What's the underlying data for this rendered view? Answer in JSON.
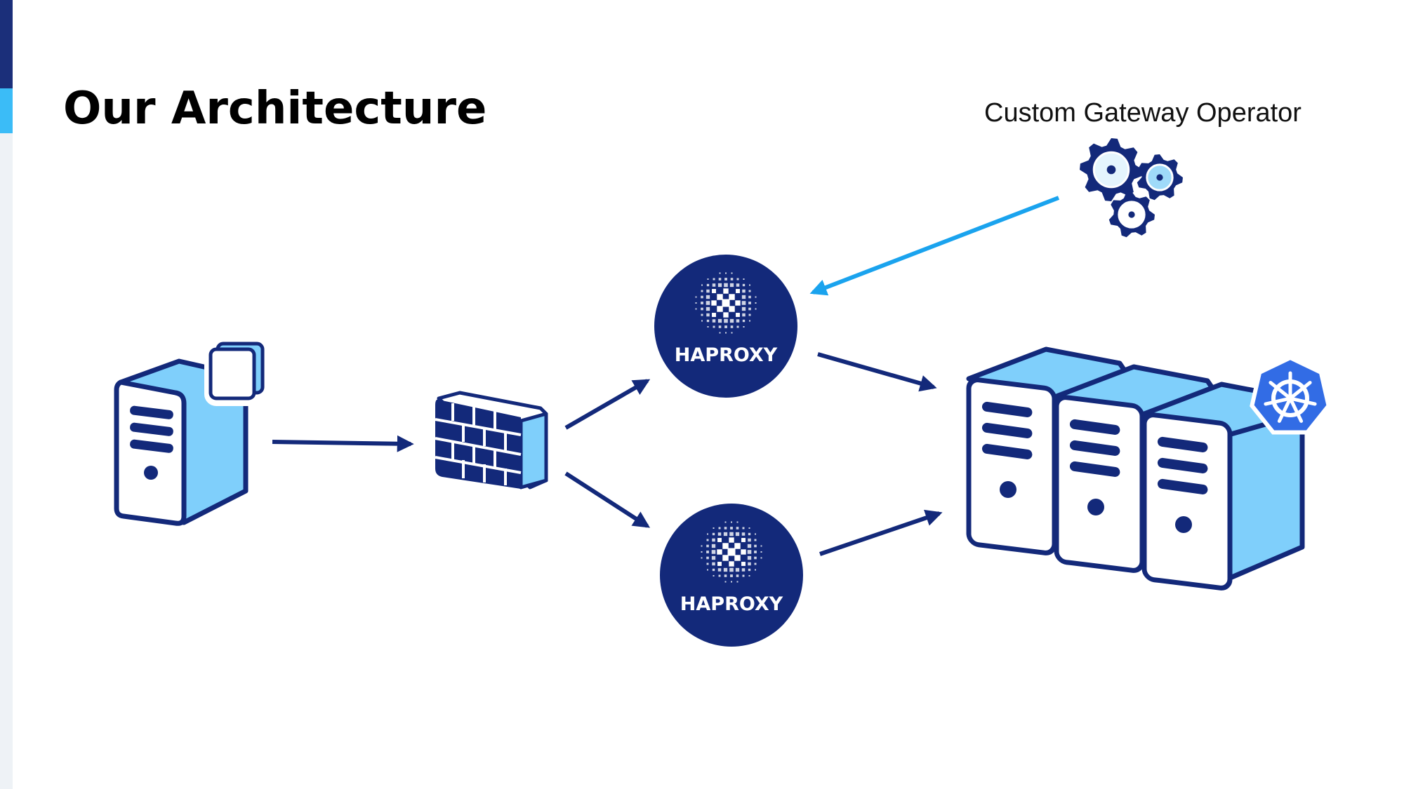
{
  "slide": {
    "title": "Our Architecture"
  },
  "operator": {
    "label": "Custom Gateway Operator",
    "icon": "gears-icon"
  },
  "nodes": [
    {
      "id": "client",
      "icon": "client-server-icon"
    },
    {
      "id": "firewall",
      "icon": "firewall-icon"
    },
    {
      "id": "haproxy-1",
      "icon": "haproxy-logo",
      "label": "HAPROXY"
    },
    {
      "id": "haproxy-2",
      "icon": "haproxy-logo",
      "label": "HAPROXY"
    },
    {
      "id": "k8s-cluster",
      "icon": "server-rack-icon",
      "badge": "kubernetes-icon"
    }
  ],
  "edges": [
    {
      "from": "client",
      "to": "firewall"
    },
    {
      "from": "firewall",
      "to": "haproxy-1"
    },
    {
      "from": "firewall",
      "to": "haproxy-2"
    },
    {
      "from": "haproxy-1",
      "to": "k8s-cluster"
    },
    {
      "from": "haproxy-2",
      "to": "k8s-cluster"
    },
    {
      "from": "operator",
      "to": "haproxy-1"
    }
  ],
  "colors": {
    "navy": "#13297a",
    "light_blue": "#7fcffb",
    "accent_blue": "#1aa3ee",
    "k8s_blue": "#326ce5",
    "sidebar_dark": "#1b2f7a",
    "sidebar_light": "#3bbcf7"
  }
}
